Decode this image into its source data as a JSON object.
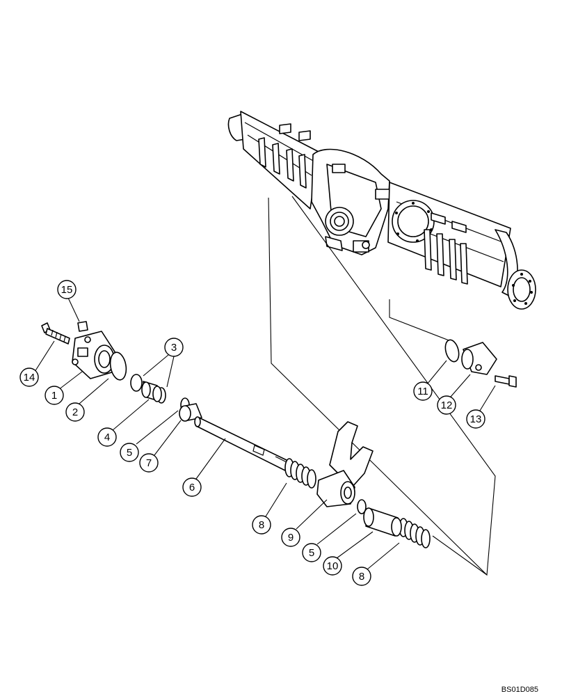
{
  "drawing": {
    "reference_code": "BS01D085"
  },
  "callouts": [
    {
      "id": "c1",
      "label": "1"
    },
    {
      "id": "c2",
      "label": "2"
    },
    {
      "id": "c3",
      "label": "3"
    },
    {
      "id": "c4",
      "label": "4"
    },
    {
      "id": "c5a",
      "label": "5"
    },
    {
      "id": "c7",
      "label": "7"
    },
    {
      "id": "c6",
      "label": "6"
    },
    {
      "id": "c8a",
      "label": "8"
    },
    {
      "id": "c9",
      "label": "9"
    },
    {
      "id": "c5b",
      "label": "5"
    },
    {
      "id": "c10",
      "label": "10"
    },
    {
      "id": "c8b",
      "label": "8"
    },
    {
      "id": "c11",
      "label": "11"
    },
    {
      "id": "c12",
      "label": "12"
    },
    {
      "id": "c13",
      "label": "13"
    },
    {
      "id": "c14",
      "label": "14"
    },
    {
      "id": "c15",
      "label": "15"
    }
  ]
}
